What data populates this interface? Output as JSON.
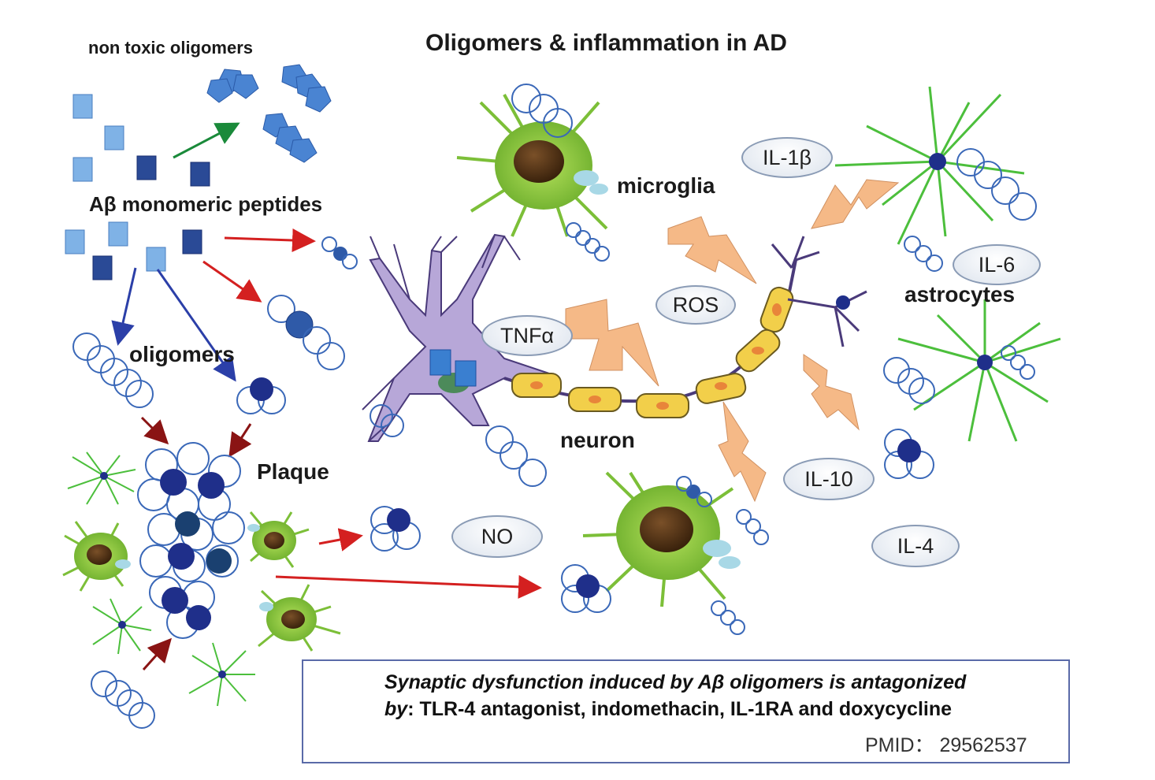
{
  "title": "Oligomers & inflammation in AD",
  "labels": {
    "non_toxic": "non toxic oligomers",
    "monomers": "Aβ monomeric peptides",
    "oligomers": "oligomers",
    "plaque": "Plaque",
    "neuron": "neuron",
    "microglia": "microglia",
    "astrocytes": "astrocytes"
  },
  "mediators": {
    "il1b": "IL-1β",
    "il6": "IL-6",
    "ros": "ROS",
    "tnfa": "TNFα",
    "il10": "IL-10",
    "il4": "IL-4",
    "no": "NO"
  },
  "note": {
    "line1_italic": "Synaptic dysfunction induced by Aβ oligomers is antagonized",
    "line2_italic": "by",
    "line2_rest": ":  TLR-4 antagonist, indomethacin, IL-1RA and doxycycline",
    "pmid": "PMID：  29562537"
  },
  "colors": {
    "monomer_light": "#6fa3dc",
    "monomer_dark": "#2a4a96",
    "oligomer_blue": "#4a7fd0",
    "plaque_core": "#1f2f8a",
    "microglia": "#86c440",
    "astrocyte": "#4cbf3c",
    "neuron": "#b7a7d8",
    "myelin": "#f2cf4a",
    "bolt": "#f5b987",
    "arrow_red": "#d42020",
    "arrow_green": "#1a8a3a",
    "arrow_blue": "#2b3fa8",
    "arrow_darkred": "#8a1414",
    "box_border": "#5a6aa8"
  }
}
